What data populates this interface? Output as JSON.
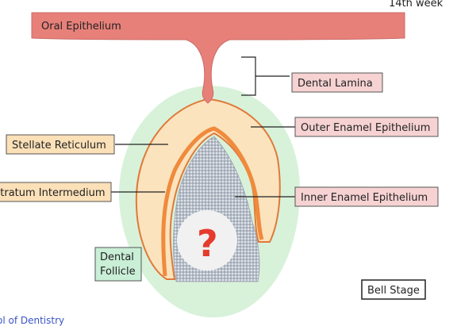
{
  "header": {
    "week_label": "14th week"
  },
  "labels": {
    "oral_epithelium": "Oral Epithelium",
    "dental_lamina": "Dental Lamina",
    "outer_enamel_epithelium": "Outer Enamel Epithelium",
    "stellate_reticulum": "Stellate Reticulum",
    "stratum_intermedium": "Stratum Intermedium",
    "inner_enamel_epithelium": "Inner Enamel Epithelium",
    "dental_follicle_line1": "Dental",
    "dental_follicle_line2": "Follicle",
    "bell_stage": "Bell Stage",
    "question_mark": "?",
    "footer_fragment": "ol of Dentistry"
  },
  "colors": {
    "oral_epithelium": "#e8807a",
    "enamel_organ": "#fbe3bd",
    "enamel_outline": "#e0793a",
    "dental_papilla": "#c9ced6",
    "follicle": "#d8f2da",
    "label_pink": "#f6d2d2",
    "label_orange": "#fbe0b8",
    "label_green": "#c9efd6"
  }
}
